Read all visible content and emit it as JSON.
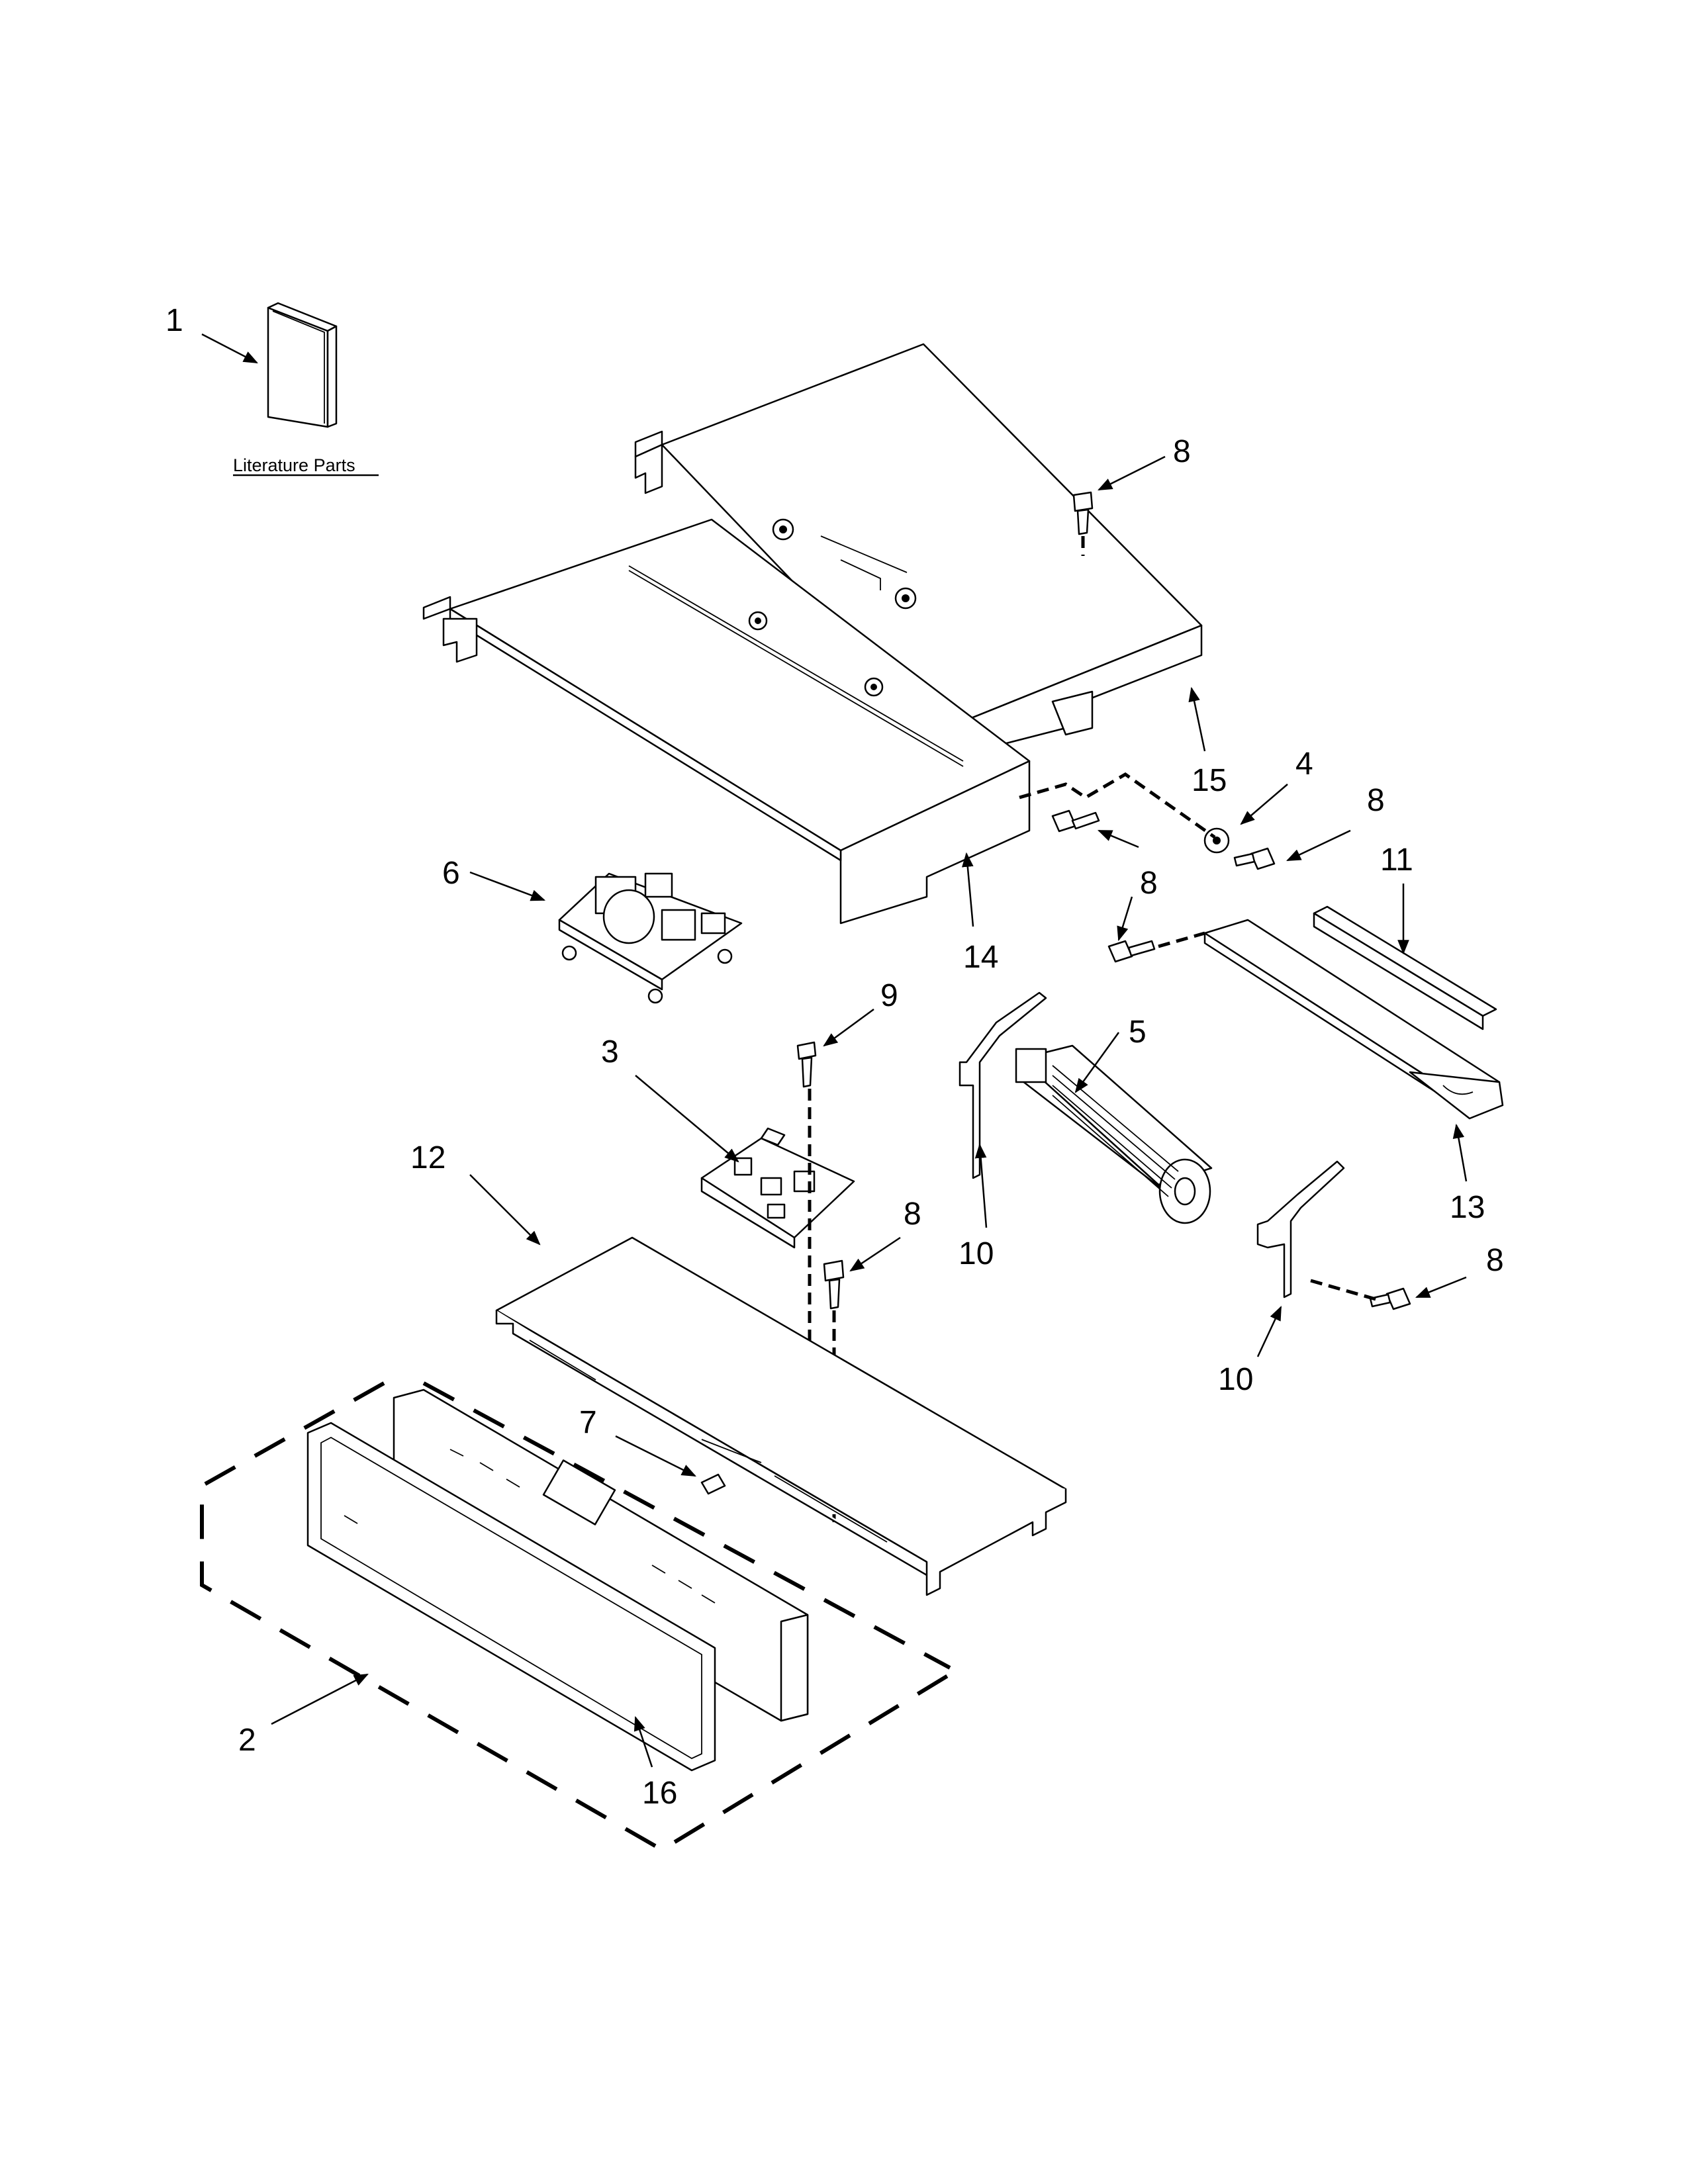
{
  "literature": {
    "label": "Literature Parts"
  },
  "callouts": {
    "c1": "1",
    "c2": "2",
    "c3": "3",
    "c4": "4",
    "c5": "5",
    "c6": "6",
    "c7": "7",
    "c8a": "8",
    "c8b": "8",
    "c8c": "8",
    "c8d": "8",
    "c8e": "8",
    "c9": "9",
    "c10a": "10",
    "c10b": "10",
    "c11": "11",
    "c12": "12",
    "c13": "13",
    "c14": "14",
    "c15": "15",
    "c16": "16"
  }
}
